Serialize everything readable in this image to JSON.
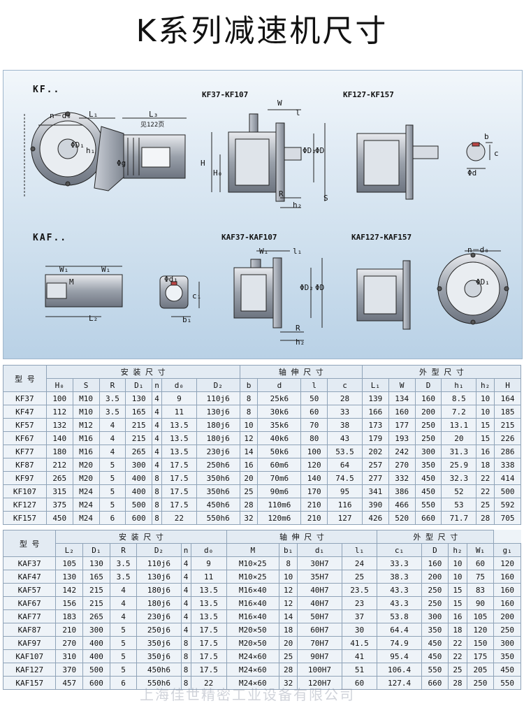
{
  "title": "K系列减速机尺寸",
  "diagram": {
    "kf_label": "KF..",
    "kaf_label": "KAF..",
    "kf_small": "KF37-KF107",
    "kf_big": "KF127-KF157",
    "kaf_small": "KAF37-KAF107",
    "kaf_big": "KAF127-KAF157",
    "labels": {
      "n_d0": "n－d₀",
      "L1": "L₁",
      "L3": "L₃",
      "ref": "见122页",
      "D1": "ΦD₁",
      "h1": "h₁",
      "g": "Φg",
      "W": "W",
      "l": "l",
      "H": "H",
      "H0": "H₀",
      "D2": "ΦD₂",
      "D": "ΦD",
      "R": "R",
      "h2": "h₂",
      "S": "S",
      "b": "b",
      "c": "c",
      "d": "Φd",
      "W1": "W₁",
      "M": "M",
      "L2": "L₂",
      "d1": "Φd₁",
      "c1": "c₁",
      "b1": "b₁",
      "l1": "l₁"
    }
  },
  "table1": {
    "group_model": "型 号",
    "group_install": "安 装 尺 寸",
    "group_shaft": "轴 伸 尺 寸",
    "group_outline": "外 型 尺 寸",
    "headers": [
      "H₀",
      "S",
      "R",
      "D₁",
      "n",
      "d₀",
      "D₂",
      "b",
      "d",
      "l",
      "c",
      "L₁",
      "W",
      "D",
      "h₁",
      "h₂",
      "H"
    ],
    "rows": [
      [
        "KF37",
        "100",
        "M10",
        "3.5",
        "130",
        "4",
        "9",
        "110j6",
        "8",
        "25k6",
        "50",
        "28",
        "139",
        "134",
        "160",
        "8.5",
        "10",
        "164"
      ],
      [
        "KF47",
        "112",
        "M10",
        "3.5",
        "165",
        "4",
        "11",
        "130j6",
        "8",
        "30k6",
        "60",
        "33",
        "166",
        "160",
        "200",
        "7.2",
        "10",
        "185"
      ],
      [
        "KF57",
        "132",
        "M12",
        "4",
        "215",
        "4",
        "13.5",
        "180j6",
        "10",
        "35k6",
        "70",
        "38",
        "173",
        "177",
        "250",
        "13.1",
        "15",
        "215"
      ],
      [
        "KF67",
        "140",
        "M16",
        "4",
        "215",
        "4",
        "13.5",
        "180j6",
        "12",
        "40k6",
        "80",
        "43",
        "179",
        "193",
        "250",
        "20",
        "15",
        "226"
      ],
      [
        "KF77",
        "180",
        "M16",
        "4",
        "265",
        "4",
        "13.5",
        "230j6",
        "14",
        "50k6",
        "100",
        "53.5",
        "202",
        "242",
        "300",
        "31.3",
        "16",
        "286"
      ],
      [
        "KF87",
        "212",
        "M20",
        "5",
        "300",
        "4",
        "17.5",
        "250h6",
        "16",
        "60m6",
        "120",
        "64",
        "257",
        "270",
        "350",
        "25.9",
        "18",
        "338"
      ],
      [
        "KF97",
        "265",
        "M20",
        "5",
        "400",
        "8",
        "17.5",
        "350h6",
        "20",
        "70m6",
        "140",
        "74.5",
        "277",
        "332",
        "450",
        "32.3",
        "22",
        "414"
      ],
      [
        "KF107",
        "315",
        "M24",
        "5",
        "400",
        "8",
        "17.5",
        "350h6",
        "25",
        "90m6",
        "170",
        "95",
        "341",
        "386",
        "450",
        "52",
        "22",
        "500"
      ],
      [
        "KF127",
        "375",
        "M24",
        "5",
        "500",
        "8",
        "17.5",
        "450h6",
        "28",
        "110m6",
        "210",
        "116",
        "390",
        "466",
        "550",
        "53",
        "25",
        "592"
      ],
      [
        "KF157",
        "450",
        "M24",
        "6",
        "600",
        "8",
        "22",
        "550h6",
        "32",
        "120m6",
        "210",
        "127",
        "426",
        "520",
        "660",
        "71.7",
        "28",
        "705"
      ]
    ]
  },
  "table2": {
    "group_model": "型 号",
    "group_install": "安 装 尺 寸",
    "group_shaft": "轴 伸 尺 寸",
    "group_outline": "外 型 尺 寸",
    "headers": [
      "L₂",
      "D₁",
      "R",
      "D₂",
      "n",
      "d₀",
      "M",
      "b₁",
      "d₁",
      "l₁",
      "c₁",
      "D",
      "h₂",
      "W₁",
      "g₁"
    ],
    "rows": [
      [
        "KAF37",
        "105",
        "130",
        "3.5",
        "110j6",
        "4",
        "9",
        "M10×25",
        "8",
        "30H7",
        "24",
        "33.3",
        "160",
        "10",
        "60",
        "120"
      ],
      [
        "KAF47",
        "130",
        "165",
        "3.5",
        "130j6",
        "4",
        "11",
        "M10×25",
        "10",
        "35H7",
        "25",
        "38.3",
        "200",
        "10",
        "75",
        "160"
      ],
      [
        "KAF57",
        "142",
        "215",
        "4",
        "180j6",
        "4",
        "13.5",
        "M16×40",
        "12",
        "40H7",
        "23.5",
        "43.3",
        "250",
        "15",
        "83",
        "160"
      ],
      [
        "KAF67",
        "156",
        "215",
        "4",
        "180j6",
        "4",
        "13.5",
        "M16×40",
        "12",
        "40H7",
        "23",
        "43.3",
        "250",
        "15",
        "90",
        "160"
      ],
      [
        "KAF77",
        "183",
        "265",
        "4",
        "230j6",
        "4",
        "13.5",
        "M16×40",
        "14",
        "50H7",
        "37",
        "53.8",
        "300",
        "16",
        "105",
        "200"
      ],
      [
        "KAF87",
        "210",
        "300",
        "5",
        "250j6",
        "4",
        "17.5",
        "M20×50",
        "18",
        "60H7",
        "30",
        "64.4",
        "350",
        "18",
        "120",
        "250"
      ],
      [
        "KAF97",
        "270",
        "400",
        "5",
        "350j6",
        "8",
        "17.5",
        "M20×50",
        "20",
        "70H7",
        "41.5",
        "74.9",
        "450",
        "22",
        "150",
        "300"
      ],
      [
        "KAF107",
        "310",
        "400",
        "5",
        "350j6",
        "8",
        "17.5",
        "M24×60",
        "25",
        "90H7",
        "41",
        "95.4",
        "450",
        "22",
        "175",
        "350"
      ],
      [
        "KAF127",
        "370",
        "500",
        "5",
        "450h6",
        "8",
        "17.5",
        "M24×60",
        "28",
        "100H7",
        "51",
        "106.4",
        "550",
        "25",
        "205",
        "450"
      ],
      [
        "KAF157",
        "457",
        "600",
        "6",
        "550h6",
        "8",
        "22",
        "M24×60",
        "32",
        "120H7",
        "60",
        "127.4",
        "660",
        "28",
        "250",
        "550"
      ]
    ]
  },
  "watermark": "上海佳世精密工业设备有限公司"
}
